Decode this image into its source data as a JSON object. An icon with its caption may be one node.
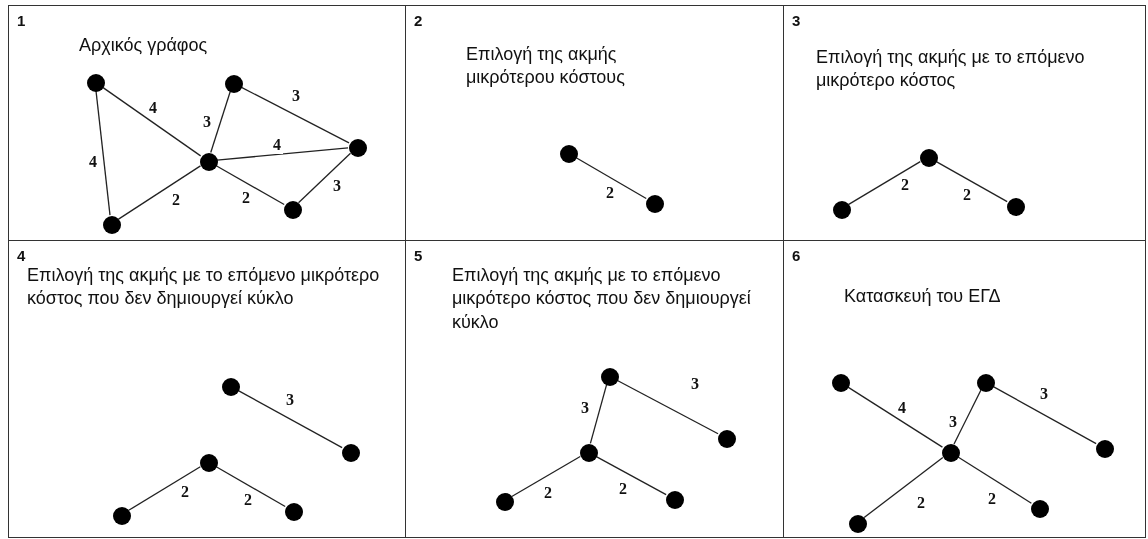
{
  "diagram": {
    "nodes": [
      {
        "text": [
          "1",
          "Αρχικός γράφος"
        ]
      },
      {
        "text": [],
        "shape": "circle",
        "in": 0
      },
      {
        "text": [],
        "shape": "circle",
        "in": 0
      },
      {
        "text": [],
        "shape": "circle",
        "in": 0
      },
      {
        "text": [],
        "shape": "circle",
        "in": 0
      },
      {
        "text": [],
        "shape": "circle",
        "in": 0
      },
      {
        "text": [],
        "shape": "circle",
        "in": 0
      },
      {
        "text": [
          "2",
          "Επιλογή της ακμής μικρότερου κόστους"
        ]
      },
      {
        "text": [],
        "shape": "circle",
        "in": 7
      },
      {
        "text": [],
        "shape": "circle",
        "in": 7
      },
      {
        "text": [
          "3",
          "Επιλογή της ακμής με το επόμενο μικρότερο κόστος"
        ]
      },
      {
        "text": [],
        "shape": "circle",
        "in": 10
      },
      {
        "text": [],
        "shape": "circle",
        "in": 10
      },
      {
        "text": [],
        "shape": "circle",
        "in": 10
      },
      {
        "text": [
          "4",
          "Επιλογή της ακμής με το επόμενο μικρότερο κόστος που δεν δημιουργεί κύκλο"
        ]
      },
      {
        "text": [],
        "shape": "circle",
        "in": 14
      },
      {
        "text": [],
        "shape": "circle",
        "in": 14
      },
      {
        "text": [],
        "shape": "circle",
        "in": 14
      },
      {
        "text": [],
        "shape": "circle",
        "in": 14
      },
      {
        "text": [],
        "shape": "circle",
        "in": 14
      },
      {
        "text": [
          "5",
          "Επιλογή της ακμής με το επόμενο μικρότερο κόστος που δεν δημιουργεί κύκλο"
        ]
      },
      {
        "text": [],
        "shape": "circle",
        "in": 20
      },
      {
        "text": [],
        "shape": "circle",
        "in": 20
      },
      {
        "text": [],
        "shape": "circle",
        "in": 20
      },
      {
        "text": [],
        "shape": "circle",
        "in": 20
      },
      {
        "text": [],
        "shape": "circle",
        "in": 20
      },
      {
        "text": [
          "6",
          "Κατασκευή του ΕΓΔ"
        ]
      },
      {
        "text": [],
        "shape": "circle",
        "in": 26
      },
      {
        "text": [],
        "shape": "circle",
        "in": 26
      },
      {
        "text": [],
        "shape": "circle",
        "in": 26
      },
      {
        "text": [],
        "shape": "circle",
        "in": 26
      },
      {
        "text": [],
        "shape": "circle",
        "in": 26
      },
      {
        "text": [],
        "shape": "circle",
        "in": 26
      }
    ],
    "edges": [
      {
        "from": 1,
        "to": 4,
        "arrow": "none",
        "label": "4"
      },
      {
        "from": 1,
        "to": 6,
        "arrow": "none",
        "label": "4"
      },
      {
        "from": 2,
        "to": 4,
        "arrow": "none",
        "label": "3"
      },
      {
        "from": 2,
        "to": 3,
        "arrow": "none",
        "label": "3"
      },
      {
        "from": 4,
        "to": 3,
        "arrow": "none",
        "label": "4"
      },
      {
        "from": 4,
        "to": 6,
        "arrow": "none",
        "label": "2"
      },
      {
        "from": 4,
        "to": 5,
        "arrow": "none",
        "label": "2"
      },
      {
        "from": 5,
        "to": 3,
        "arrow": "none",
        "label": "3"
      },
      {
        "from": 8,
        "to": 9,
        "arrow": "none",
        "label": "2"
      },
      {
        "from": 11,
        "to": 12,
        "arrow": "none",
        "label": "2"
      },
      {
        "from": 12,
        "to": 13,
        "arrow": "none",
        "label": "2"
      },
      {
        "from": 15,
        "to": 16,
        "arrow": "none",
        "label": "3"
      },
      {
        "from": 17,
        "to": 18,
        "arrow": "none",
        "label": "2"
      },
      {
        "from": 17,
        "to": 19,
        "arrow": "none",
        "label": "2"
      },
      {
        "from": 21,
        "to": 22,
        "arrow": "none",
        "label": "3"
      },
      {
        "from": 21,
        "to": 23,
        "arrow": "none",
        "label": "3"
      },
      {
        "from": 23,
        "to": 24,
        "arrow": "none",
        "label": "2"
      },
      {
        "from": 23,
        "to": 25,
        "arrow": "none",
        "label": "2"
      },
      {
        "from": 27,
        "to": 30,
        "arrow": "none",
        "label": "4"
      },
      {
        "from": 28,
        "to": 30,
        "arrow": "none",
        "label": "3"
      },
      {
        "from": 28,
        "to": 29,
        "arrow": "none",
        "label": "3"
      },
      {
        "from": 30,
        "to": 31,
        "arrow": "none",
        "label": "2"
      },
      {
        "from": 30,
        "to": 32,
        "arrow": "none",
        "label": "2"
      }
    ]
  }
}
